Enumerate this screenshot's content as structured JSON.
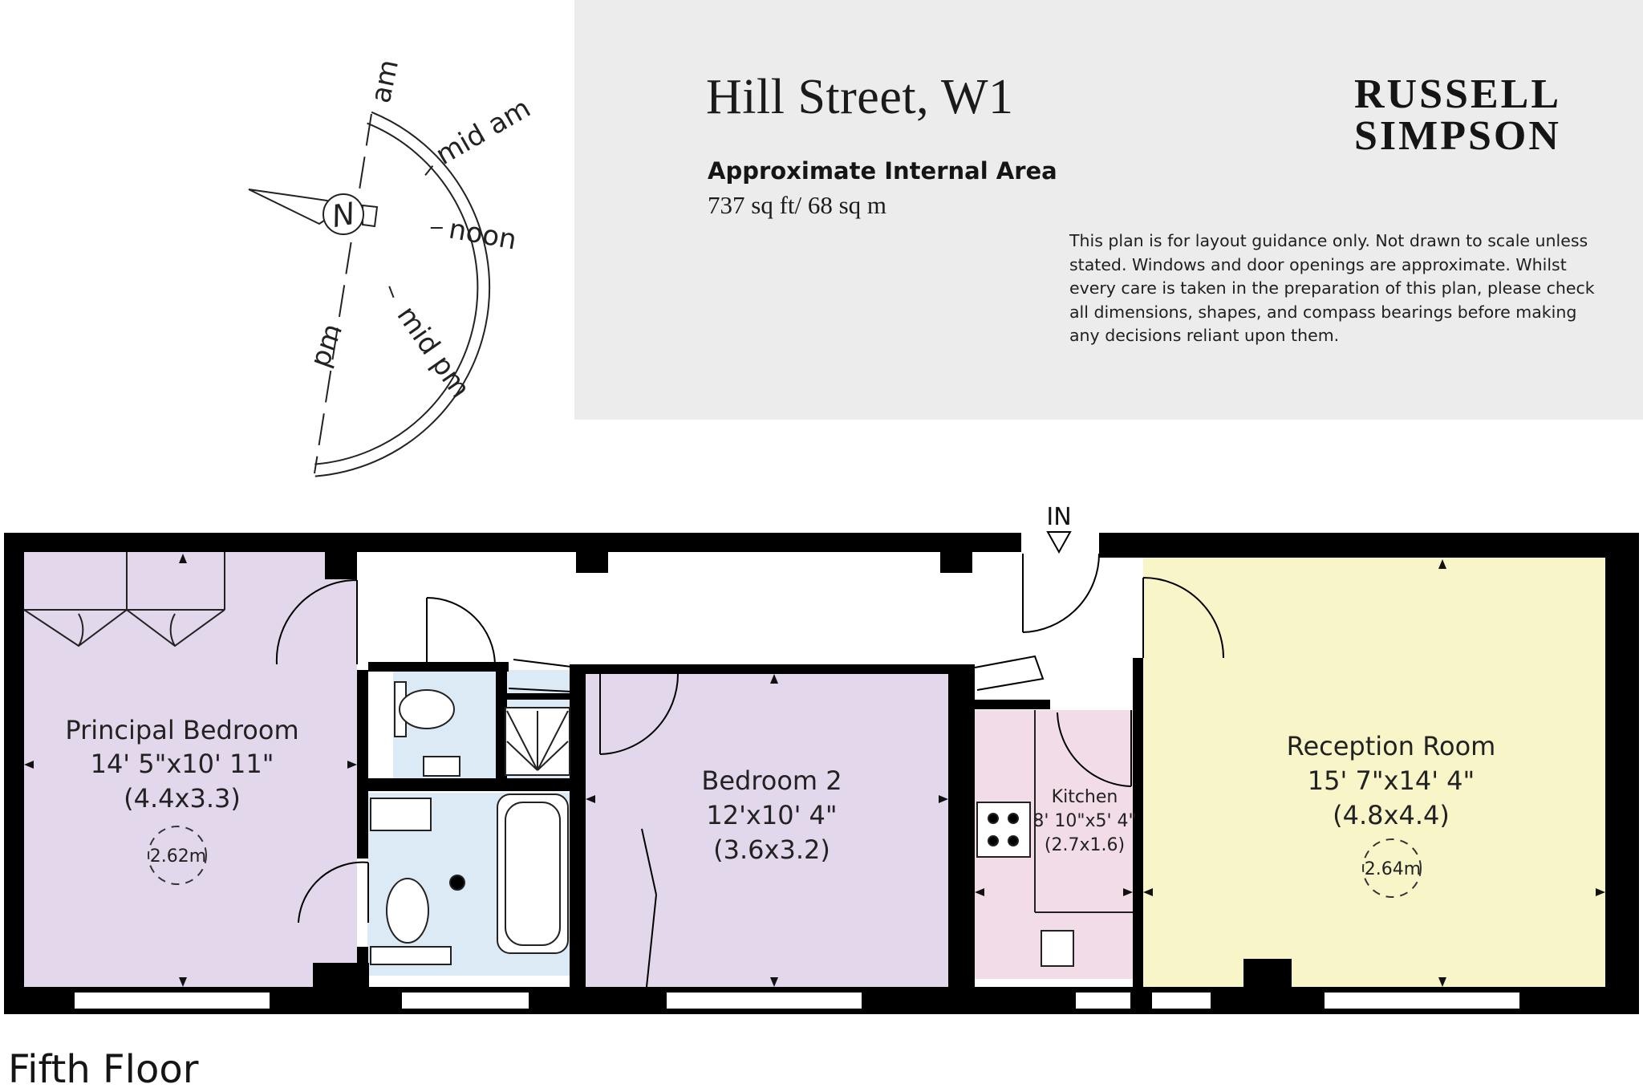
{
  "header": {
    "title": "Hill Street, W1",
    "area_label": "Approximate Internal Area",
    "area_value": "737 sq ft/ 68 sq m",
    "brand_line1": "RUSSELL",
    "brand_line2": "SIMPSON",
    "disclaimer": "This plan is for layout guidance only. Not drawn to scale unless stated. Windows and door openings are approximate. Whilst every care is taken in the preparation of this plan, please check all dimensions, shapes, and compass bearings before making any decisions reliant upon them."
  },
  "compass": {
    "north": "N",
    "labels": [
      "am",
      "mid am",
      "noon",
      "mid pm",
      "pm"
    ]
  },
  "entrance_label": "IN",
  "floor_label": "Fifth Floor",
  "rooms": [
    {
      "name": "Principal Bedroom",
      "dims": "14' 5\"x10' 11\"",
      "metric": "(4.4x3.3)",
      "height": "2.62m"
    },
    {
      "name": "Bedroom 2",
      "dims": "12'x10' 4\"",
      "metric": "(3.6x3.2)"
    },
    {
      "name": "Kitchen",
      "dims": "8' 10\"x5' 4\"",
      "metric": "(2.7x1.6)"
    },
    {
      "name": "Reception Room",
      "dims": "15' 7\"x14' 4\"",
      "metric": "(4.8x4.4)",
      "height": "2.64m"
    }
  ],
  "colors": {
    "bedroom_fill": "#e3d7ec",
    "bathroom_fill": "#dceaf6",
    "kitchen_fill": "#f2dce8",
    "reception_fill": "#f8f5c8",
    "header_panel": "#ececec",
    "wall": "#000000"
  }
}
